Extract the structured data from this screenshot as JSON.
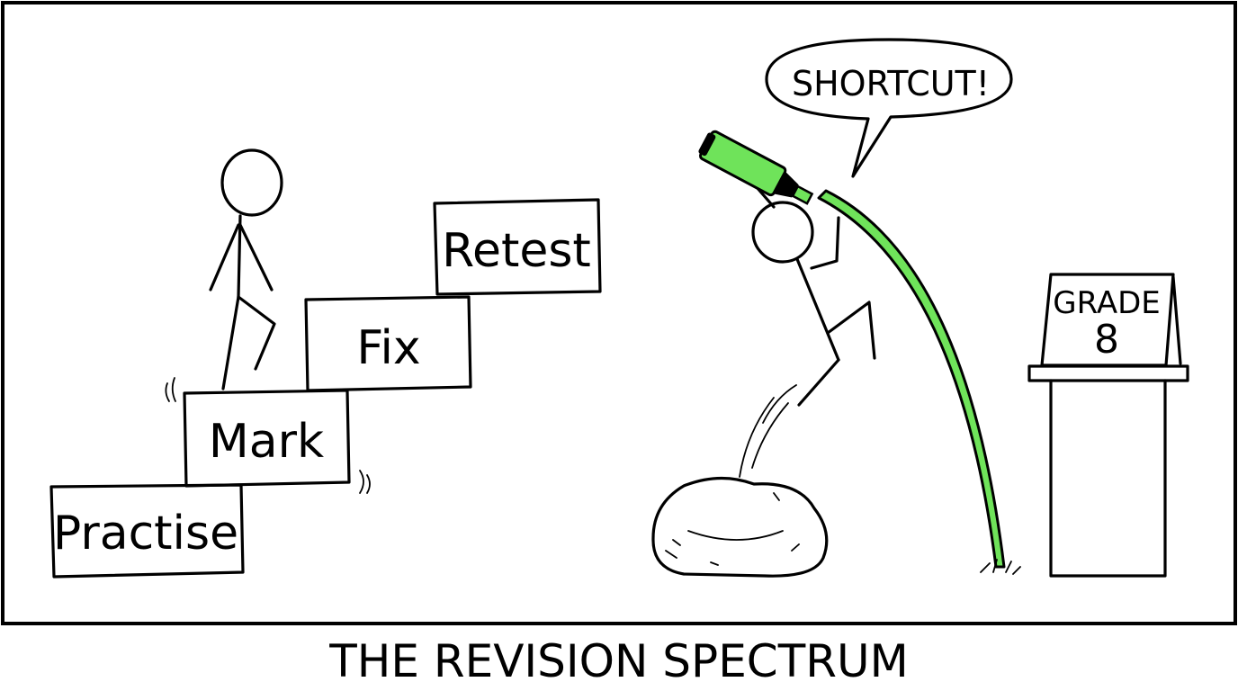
{
  "comic": {
    "steps": [
      "Practise",
      "Mark",
      "Fix",
      "Retest"
    ],
    "speech_bubble": "SHORTCUT!",
    "sign": {
      "line1": "GRADE",
      "line2": "8"
    },
    "caption": "THE REVISION SPECTRUM"
  },
  "colors": {
    "highlighter": "#6fe35a",
    "ink": "#000000",
    "background": "#ffffff"
  },
  "icons": [
    "stick-figure-icon",
    "highlighter-pen-icon",
    "beanbag-icon",
    "podium-icon"
  ]
}
